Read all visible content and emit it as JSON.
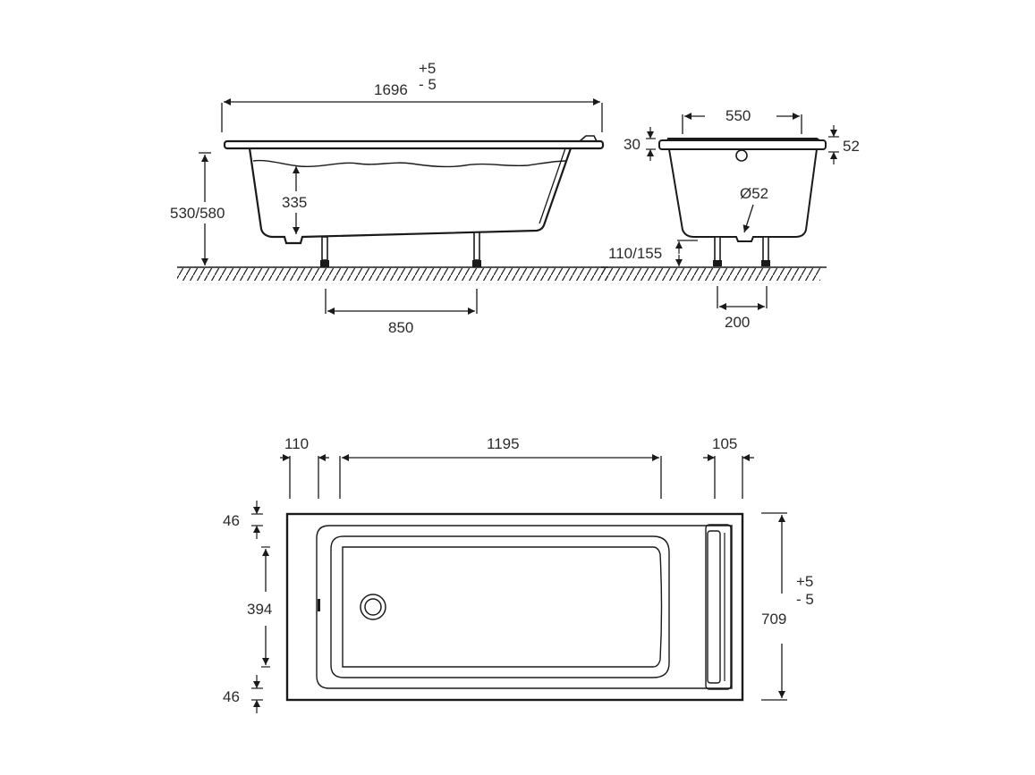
{
  "drawing": {
    "colors": {
      "line": "#1a1a1a",
      "text": "#2b2b2b",
      "background": "#ffffff"
    },
    "side_view": {
      "overall_length": "1696",
      "length_tol_plus": "+5",
      "length_tol_minus": "- 5",
      "height": "530/580",
      "water_depth": "335",
      "leg_spacing": "850"
    },
    "end_view": {
      "inner_width": "550",
      "rim_thickness": "30",
      "rim_height": "52",
      "drain_diameter": "Ø52",
      "leg_height": "110/155",
      "leg_spacing": "200"
    },
    "top_view": {
      "left_rim": "110",
      "inner_length": "1195",
      "right_rim": "105",
      "top_rim": "46",
      "inner_width": "394",
      "bottom_rim": "46",
      "overall_width": "709",
      "width_tol_plus": "+5",
      "width_tol_minus": "- 5"
    }
  }
}
